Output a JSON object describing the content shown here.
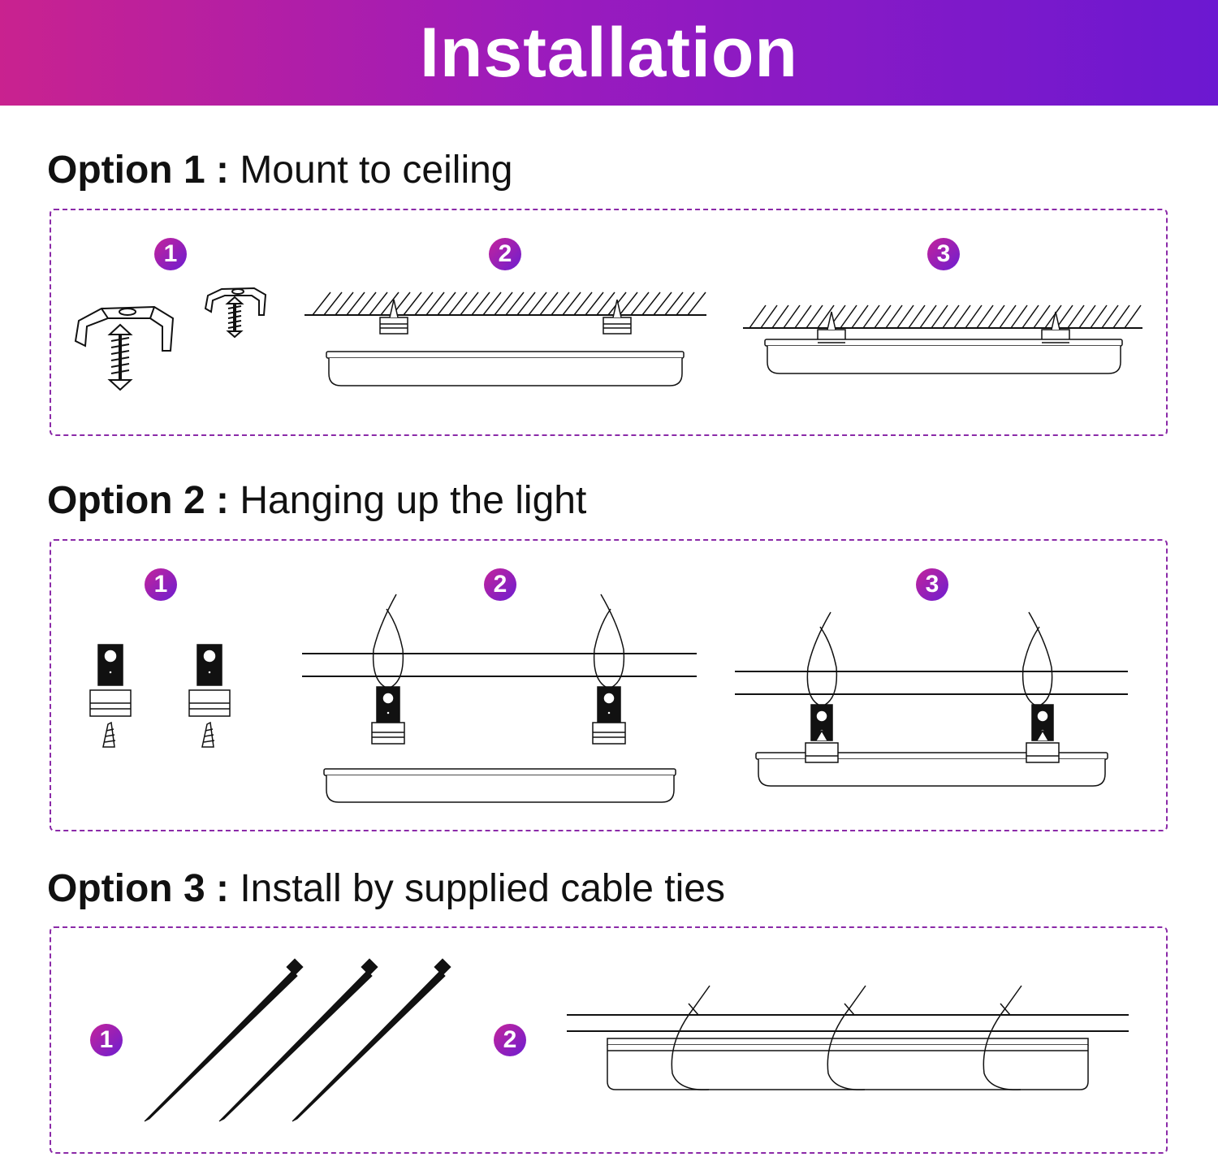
{
  "header": {
    "title": "Installation"
  },
  "options": [
    {
      "label": "Option 1",
      "separator": " : ",
      "text": "Mount to ceiling",
      "steps": [
        "1",
        "2",
        "3"
      ]
    },
    {
      "label": "Option 2",
      "separator": " : ",
      "text": "Hanging up the light",
      "steps": [
        "1",
        "2",
        "3"
      ]
    },
    {
      "label": "Option 3",
      "separator": " : ",
      "text": "Install by supplied cable ties",
      "steps": [
        "1",
        "2"
      ]
    }
  ],
  "colors": {
    "gradient_start": "#c9228f",
    "gradient_end": "#6c18d1",
    "border": "#8b2aa8"
  }
}
